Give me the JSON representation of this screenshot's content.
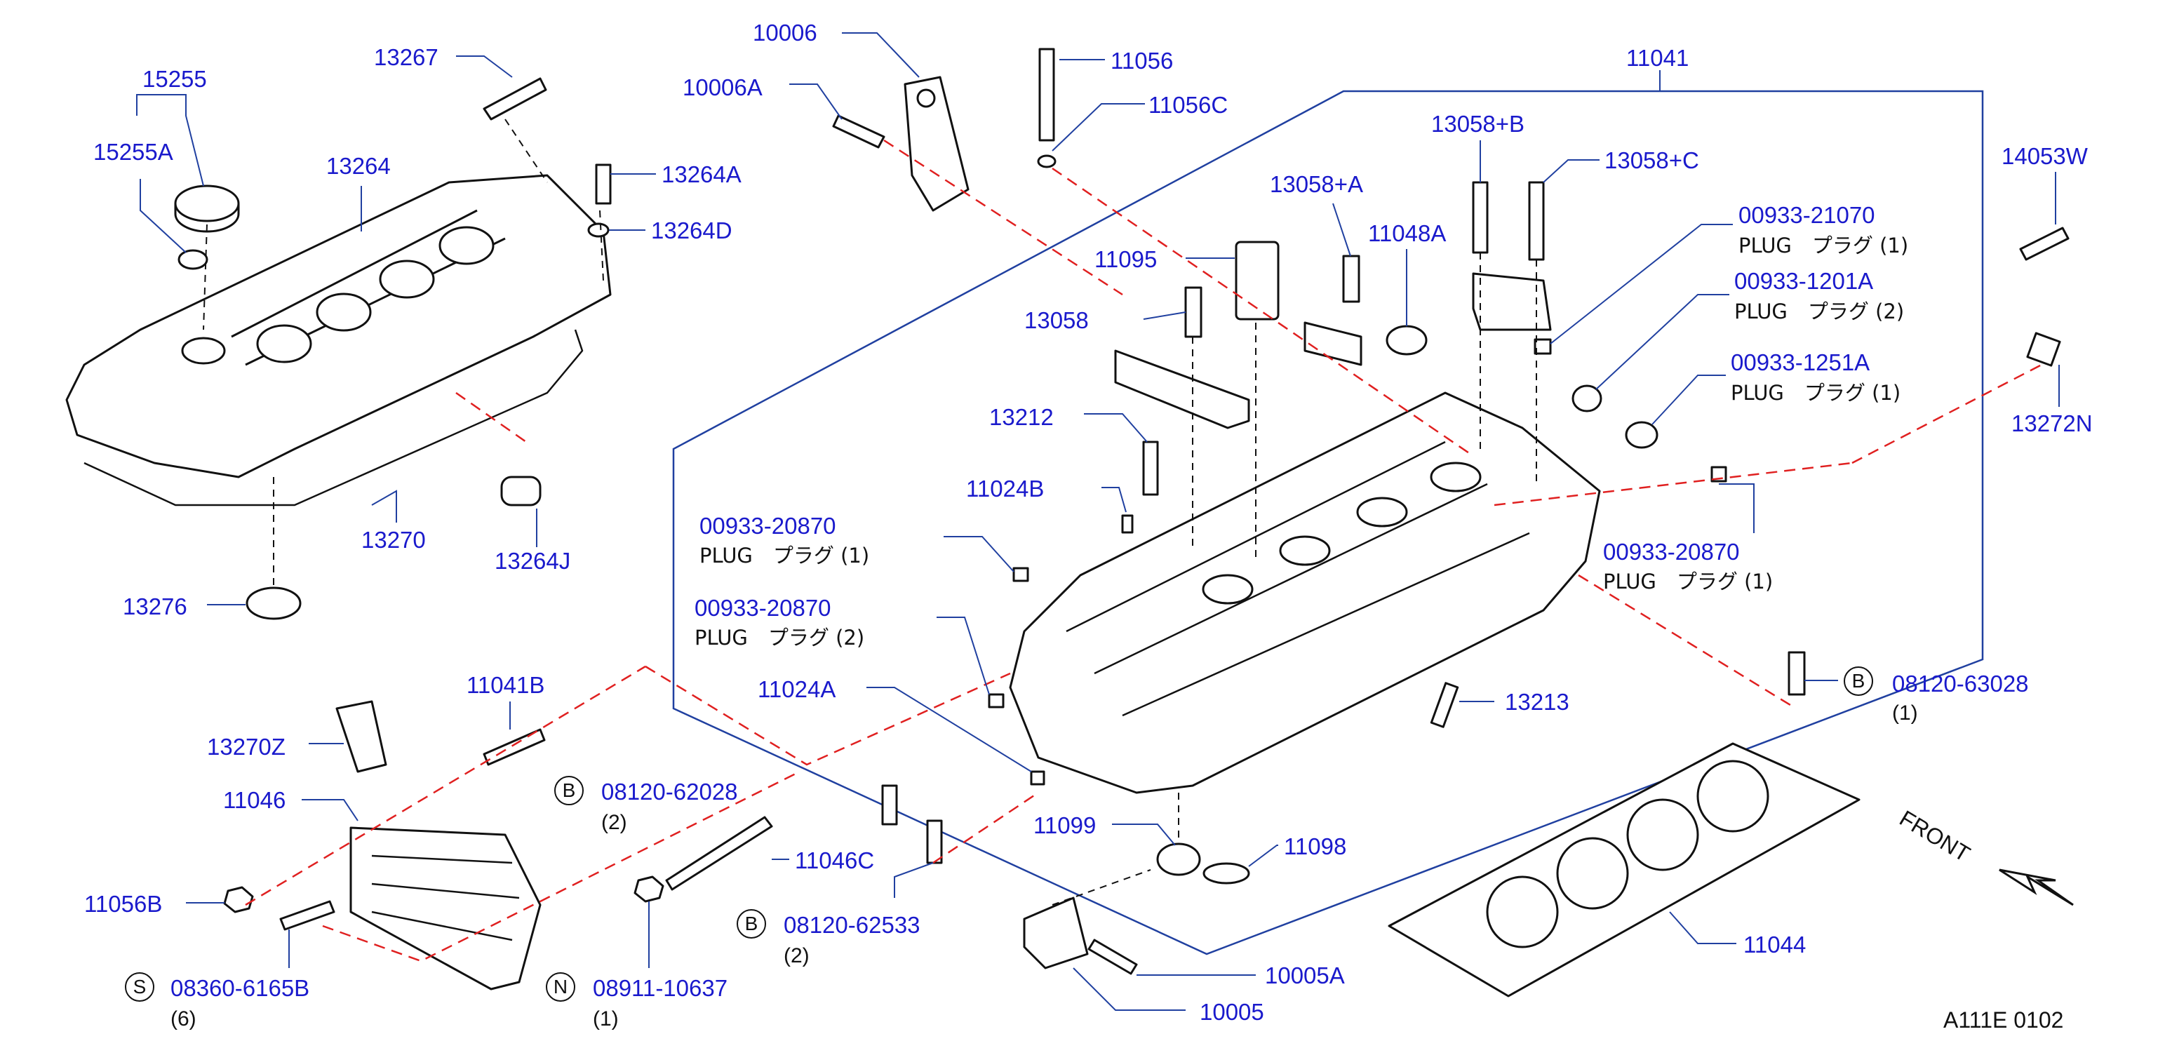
{
  "diagram": {
    "front_label": "FRONT",
    "drawing_code": "A111E  0102",
    "colors": {
      "callout": "#1a1acc",
      "leader_red": "#e02020",
      "outline_blue": "#2040a0",
      "ink": "#111111"
    },
    "callouts": [
      {
        "id": "10006",
        "text": "10006"
      },
      {
        "id": "10006A",
        "text": "10006A"
      },
      {
        "id": "11056",
        "text": "11056"
      },
      {
        "id": "11056C",
        "text": "11056C"
      },
      {
        "id": "11041",
        "text": "11041"
      },
      {
        "id": "15255",
        "text": "15255"
      },
      {
        "id": "13267",
        "text": "13267"
      },
      {
        "id": "15255A",
        "text": "15255A"
      },
      {
        "id": "13264",
        "text": "13264"
      },
      {
        "id": "13264A",
        "text": "13264A"
      },
      {
        "id": "13264D",
        "text": "13264D"
      },
      {
        "id": "13058B",
        "text": "13058+B"
      },
      {
        "id": "13058C",
        "text": "13058+C"
      },
      {
        "id": "14053W",
        "text": "14053W"
      },
      {
        "id": "13058A",
        "text": "13058+A"
      },
      {
        "id": "11048A",
        "text": "11048A"
      },
      {
        "id": "00933-21070",
        "text": "00933-21070"
      },
      {
        "id": "11095",
        "text": "11095"
      },
      {
        "id": "00933-1201A",
        "text": "00933-1201A"
      },
      {
        "id": "13058",
        "text": "13058"
      },
      {
        "id": "00933-1251A",
        "text": "00933-1251A"
      },
      {
        "id": "13272N",
        "text": "13272N"
      },
      {
        "id": "13212",
        "text": "13212"
      },
      {
        "id": "11024B",
        "text": "11024B"
      },
      {
        "id": "13270",
        "text": "13270"
      },
      {
        "id": "13264J",
        "text": "13264J"
      },
      {
        "id": "00933-20870-a",
        "text": "00933-20870"
      },
      {
        "id": "00933-20870-b",
        "text": "00933-20870"
      },
      {
        "id": "00933-20870-c",
        "text": "00933-20870"
      },
      {
        "id": "13276",
        "text": "13276"
      },
      {
        "id": "11041B",
        "text": "11041B"
      },
      {
        "id": "11024A",
        "text": "11024A"
      },
      {
        "id": "13213",
        "text": "13213"
      },
      {
        "id": "08120-63028",
        "text": "08120-63028"
      },
      {
        "id": "13270Z",
        "text": "13270Z"
      },
      {
        "id": "08120-62028",
        "text": "08120-62028"
      },
      {
        "id": "11046",
        "text": "11046"
      },
      {
        "id": "11099",
        "text": "11099"
      },
      {
        "id": "11098",
        "text": "11098"
      },
      {
        "id": "11046C",
        "text": "11046C"
      },
      {
        "id": "11056B",
        "text": "11056B"
      },
      {
        "id": "08120-62533",
        "text": "08120-62533"
      },
      {
        "id": "10005A",
        "text": "10005A"
      },
      {
        "id": "08360-6165B",
        "text": "08360-6165B"
      },
      {
        "id": "08911-10637",
        "text": "08911-10637"
      },
      {
        "id": "11044",
        "text": "11044"
      },
      {
        "id": "10005",
        "text": "10005"
      }
    ],
    "plug_notes": [
      {
        "id": "p-21070",
        "text": "PLUG　プラグ (1)"
      },
      {
        "id": "p-1201A",
        "text": "PLUG　プラグ (2)"
      },
      {
        "id": "p-1251A",
        "text": "PLUG　プラグ (1)"
      },
      {
        "id": "p-20870-a",
        "text": "PLUG　プラグ (1)"
      },
      {
        "id": "p-20870-b",
        "text": "PLUG　プラグ (2)"
      },
      {
        "id": "p-20870-c",
        "text": "PLUG　プラグ (1)"
      }
    ],
    "quantities": [
      {
        "id": "q-63028",
        "text": "(1)"
      },
      {
        "id": "q-62028",
        "text": "(2)"
      },
      {
        "id": "q-62533",
        "text": "(2)"
      },
      {
        "id": "q-6165B",
        "text": "(6)"
      },
      {
        "id": "q-10637",
        "text": "(1)"
      }
    ],
    "markers": [
      {
        "id": "m-63028",
        "text": "B"
      },
      {
        "id": "m-62028",
        "text": "B"
      },
      {
        "id": "m-62533",
        "text": "B"
      },
      {
        "id": "m-6165B",
        "text": "S"
      },
      {
        "id": "m-10637",
        "text": "N"
      }
    ]
  }
}
